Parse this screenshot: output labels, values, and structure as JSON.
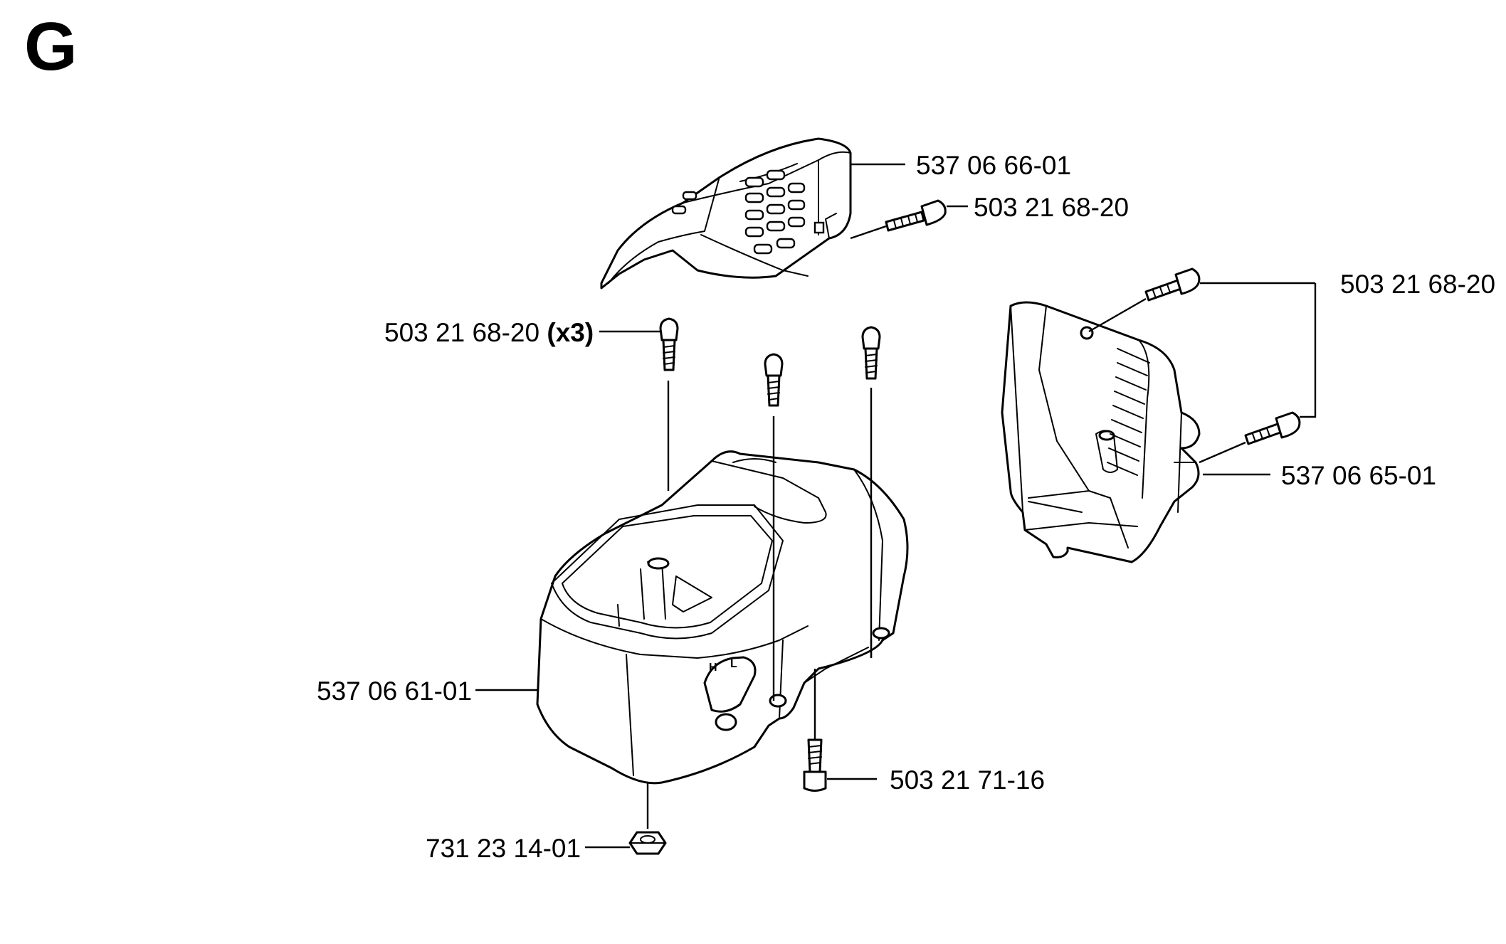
{
  "page": {
    "section_letter": "G"
  },
  "labels": {
    "cover_top": "537 06 66-01",
    "screw_top": "503 21 68-20",
    "screw_right": "503 21 68-20",
    "muffler_cover": "537 06 65-01",
    "screws_center": "503 21 68-20",
    "screws_center_qty": "(x3)",
    "cylinder_cover": "537 06 61-01",
    "screw_bottom": "503 21 71-16",
    "nut": "731 23 14-01"
  },
  "part_markings": {
    "h": "H",
    "l": "L"
  }
}
